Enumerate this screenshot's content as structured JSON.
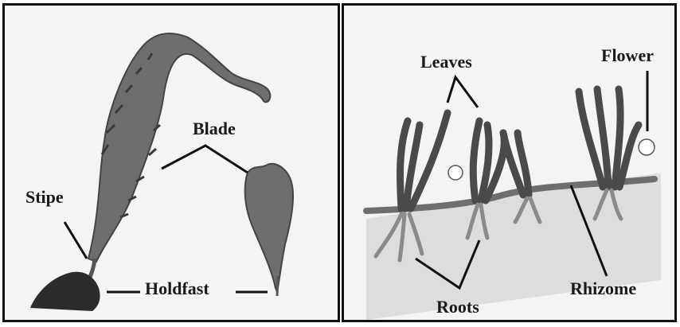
{
  "left_panel": {
    "labels": {
      "stipe": "Stipe",
      "blade": "Blade",
      "holdfast": "Holdfast"
    }
  },
  "right_panel": {
    "labels": {
      "leaves": "Leaves",
      "flower": "Flower",
      "roots": "Roots",
      "rhizome": "Rhizome"
    }
  },
  "colors": {
    "frame": "#111111",
    "panel_background": "#f4f4f4",
    "plant_fill": "#6e6e6e",
    "plant_dark": "#4a4a4a",
    "holdfast": "#2b2b2b",
    "sediment": "#dddddd"
  }
}
